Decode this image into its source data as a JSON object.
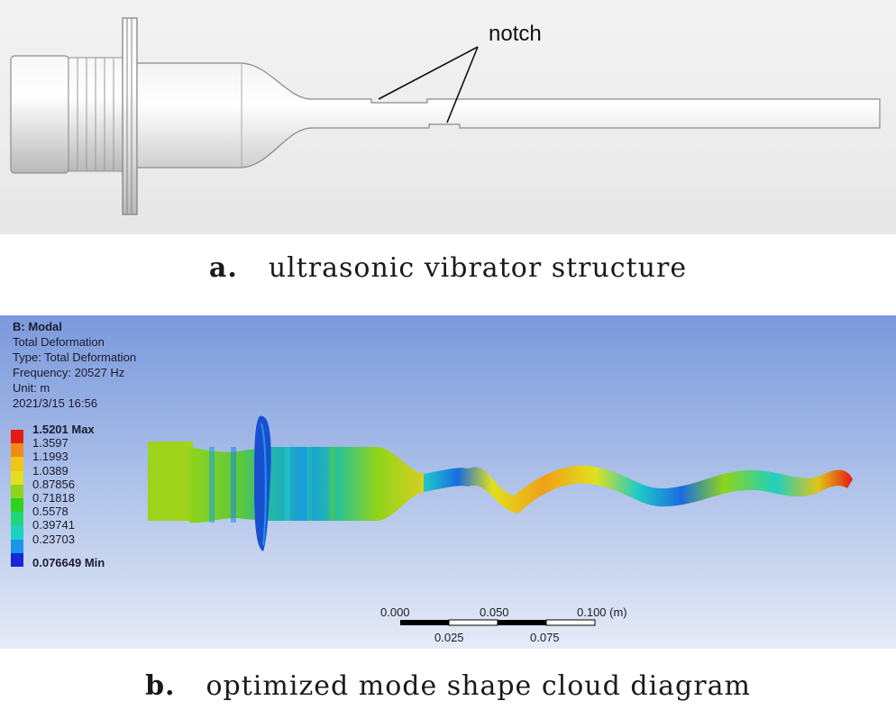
{
  "panel_a": {
    "annotation": "notch",
    "caption_letter": "a.",
    "caption_text": "ultrasonic vibrator structure"
  },
  "panel_b": {
    "info": {
      "title": "B: Modal",
      "result": "Total Deformation",
      "type": "Type: Total Deformation",
      "frequency": "Frequency: 20527 Hz",
      "unit": "Unit: m",
      "datetime": "2021/3/15   16:56"
    },
    "legend": [
      {
        "label": "1.5201 Max",
        "color": "#e51a14",
        "bold": true
      },
      {
        "label": "1.3597",
        "color": "#f08c16",
        "bold": false
      },
      {
        "label": "1.1993",
        "color": "#f2c418",
        "bold": false
      },
      {
        "label": "1.0389",
        "color": "#e0e01e",
        "bold": false
      },
      {
        "label": "0.87856",
        "color": "#8fd41c",
        "bold": false
      },
      {
        "label": "0.71818",
        "color": "#2ed21c",
        "bold": false
      },
      {
        "label": "0.5578",
        "color": "#20d67a",
        "bold": false
      },
      {
        "label": "0.39741",
        "color": "#1ed0c0",
        "bold": false
      },
      {
        "label": "0.23703",
        "color": "#1a96e8",
        "bold": false
      },
      {
        "label": "0.076649 Min",
        "color": "#1628d8",
        "bold": true
      }
    ],
    "scale_bar": {
      "top_labels": [
        "0.000",
        "0.050",
        "0.100 (m)"
      ],
      "bottom_labels": [
        "0.025",
        "0.075"
      ]
    },
    "caption_letter": "b.",
    "caption_text": "optimized mode shape cloud diagram"
  }
}
